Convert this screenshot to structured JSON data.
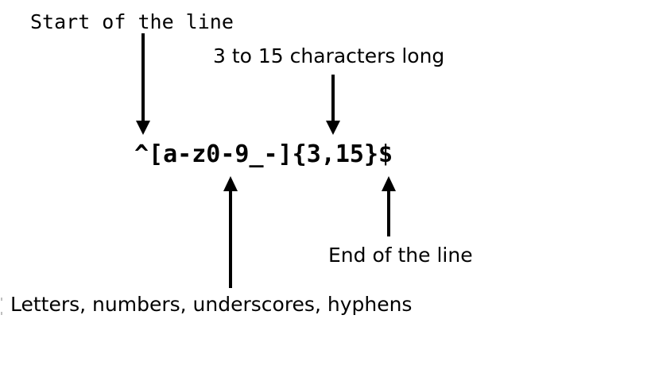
{
  "diagram": {
    "regex_pattern": "^[a-z0-9_-]{3,15}$",
    "annotations": {
      "start": "Start of the line",
      "length": "3 to 15 characters long",
      "charclass": "Letters, numbers, underscores, hyphens",
      "end": "End of the line"
    },
    "colors": {
      "background": "#ffffff",
      "ink": "#000000"
    }
  }
}
